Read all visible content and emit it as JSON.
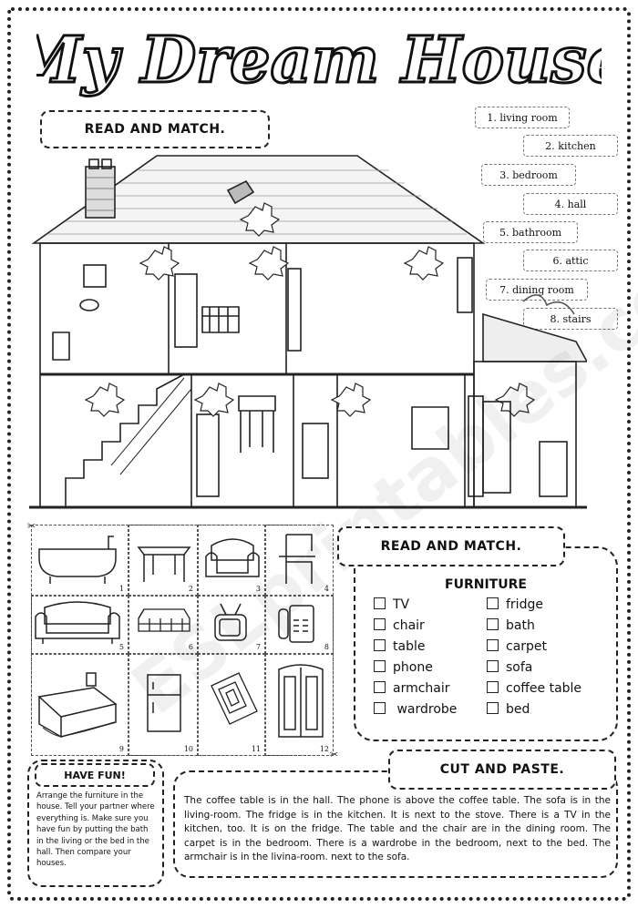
{
  "title": "My Dream House",
  "read_match_1": "READ AND MATCH.",
  "rooms": [
    {
      "label": "1. living room"
    },
    {
      "label": "2. kitchen"
    },
    {
      "label": "3. bedroom"
    },
    {
      "label": "4. hall"
    },
    {
      "label": "5. bathroom"
    },
    {
      "label": "6. attic"
    },
    {
      "label": "7. dining room"
    },
    {
      "label": "8. stairs"
    }
  ],
  "furniture_grid": [
    {
      "num": "1",
      "icon": "bathtub-icon"
    },
    {
      "num": "2",
      "icon": "table-icon"
    },
    {
      "num": "3",
      "icon": "armchair-icon"
    },
    {
      "num": "4",
      "icon": "chair-icon"
    },
    {
      "num": "5",
      "icon": "sofa-icon"
    },
    {
      "num": "6",
      "icon": "coffee-table-icon"
    },
    {
      "num": "7",
      "icon": "tv-icon"
    },
    {
      "num": "8",
      "icon": "phone-icon"
    },
    {
      "num": "9",
      "icon": "bed-icon"
    },
    {
      "num": "10",
      "icon": "fridge-icon"
    },
    {
      "num": "11",
      "icon": "carpet-icon"
    },
    {
      "num": "12",
      "icon": "wardrobe-icon"
    }
  ],
  "read_match_2": "READ AND MATCH.",
  "furniture_heading": "FURNITURE",
  "furniture_left": [
    "TV",
    "chair",
    "table",
    "phone",
    "armchair",
    " wardrobe"
  ],
  "furniture_right": [
    "fridge",
    "bath",
    "carpet",
    "sofa",
    "coffee table",
    "bed"
  ],
  "have_fun_heading": "HAVE FUN!",
  "have_fun_text": "Arrange the furniture in the house. Tell your partner where everything is. Make sure you have fun by putting the bath in the living or the bed in the hall. Then compare your houses.",
  "cut_paste_heading": "CUT AND PASTE.",
  "cut_paste_text": "The coffee table is in the hall. The phone is above the coffee table. The sofa is in the living-room. The fridge is in the kitchen. It is next to the stove. There is a TV in the kitchen, too. It is on the fridge. The table and the chair are in the dining room. The carpet is in the bedroom. There is a wardrobe in the bedroom, next to the bed. The armchair is in the livina-room. next to the sofa.",
  "watermark": "ESLprintables.com"
}
